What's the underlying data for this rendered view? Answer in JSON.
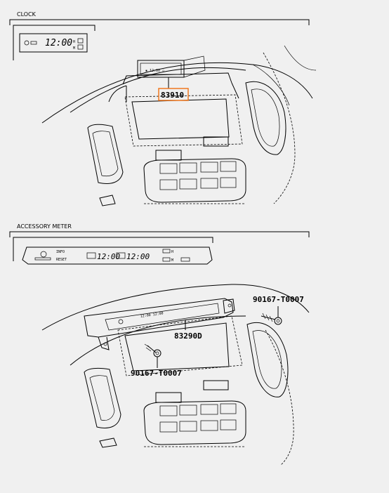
{
  "sections": {
    "clock": {
      "title": "CLOCK",
      "display_time": "12:00",
      "display_h": "H",
      "display_m": "M",
      "part_number": "83910",
      "highlight_color": "#f07820"
    },
    "accessory_meter": {
      "title": "ACCESSORY METER",
      "display_time": "12:00",
      "display_time_2": "12:00",
      "display_h": "H",
      "display_m": "M",
      "display_small_1": "INFO",
      "display_small_2": "RESET",
      "part_numbers": {
        "meter": "83290D",
        "screw_right": "90167-T0007",
        "screw_left": "90167-T0007"
      }
    }
  }
}
